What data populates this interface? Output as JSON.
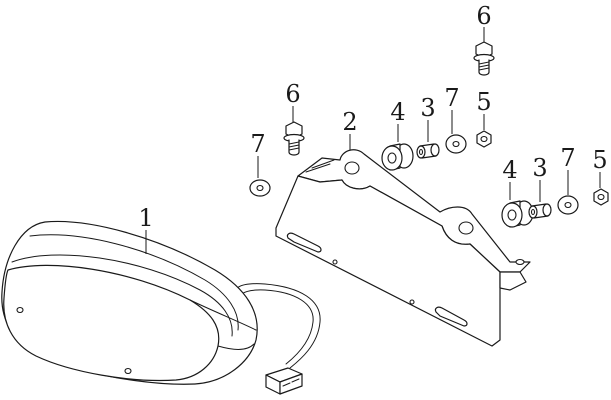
{
  "callouts": {
    "taillight_lens": "1",
    "license_bracket": "2",
    "sleeve_upper": "3",
    "sleeve_lower": "3",
    "grommet_upper": "4",
    "grommet_lower": "4",
    "nut_upper": "5",
    "nut_lower": "5",
    "bolt_left": "6",
    "bolt_top": "6",
    "washer_left": "7",
    "washer_upper": "7",
    "washer_lower": "7"
  },
  "colors": {
    "line": "#1a1a1a",
    "background": "#ffffff"
  }
}
